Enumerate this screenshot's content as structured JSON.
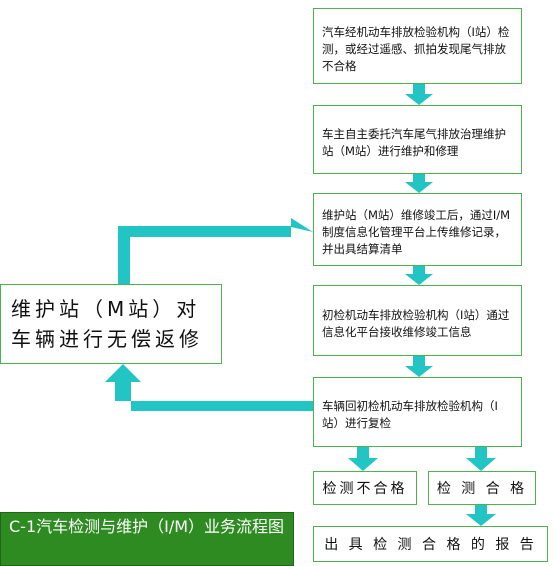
{
  "steps": {
    "s1": "汽车经机动车排放检验机构（I站）检测，或经过遥感、抓拍发现尾气排放不合格",
    "s2": "车主自主委托汽车尾气排放治理维护站（M站）进行维护和修理",
    "s3": "维护站（M站）维修竣工后，通过I/M制度信息化管理平台上传维修记录，并出具结算清单",
    "s4": "初检机动车排放检验机构（I站）通过信息化平台接收维修竣工信息",
    "s5": "车辆回初检机动车排放检验机构（I站）进行复检"
  },
  "repair_station": "维护站（M站）对车辆进行无偿返修",
  "results": {
    "fail": "检测不合格",
    "pass": "检 测 合 格",
    "report": "出 具 检 测 合 格 的 报 告"
  },
  "caption": "C-1汽车检测与维护（I/M）业务流程图",
  "colors": {
    "arrow": "#22c4c4",
    "box_border": "#4db34d",
    "caption_bg": "#2e8b22"
  }
}
